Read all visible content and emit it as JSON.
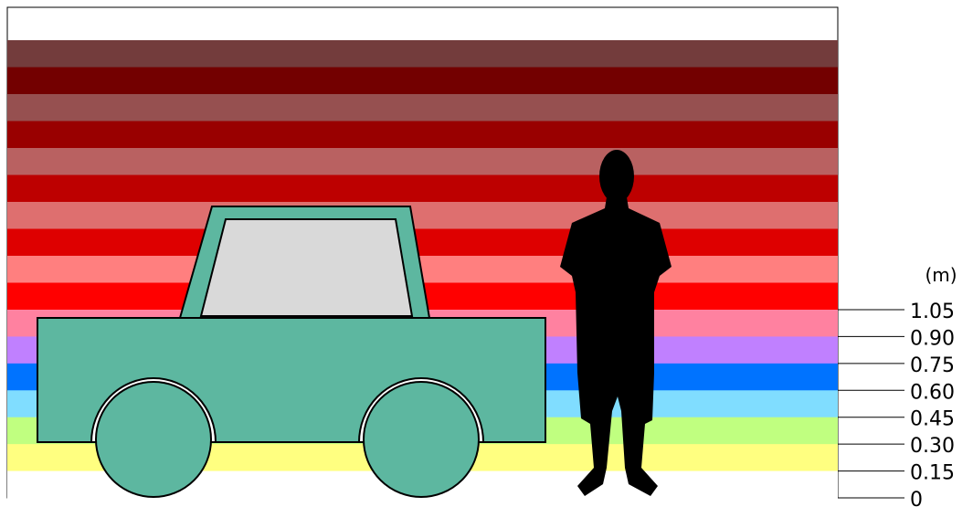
{
  "scale": {
    "unit": "(m)",
    "ticks": [
      "1.05",
      "0.90",
      "0.75",
      "0.60",
      "0.45",
      "0.30",
      "0.15",
      "0"
    ]
  },
  "bands": {
    "upper_colors": [
      "#733c3c",
      "#730000",
      "#965050",
      "#990000",
      "#b96161",
      "#bd0000",
      "#de6f6f",
      "#de0000",
      "#ff7f7f",
      "#ff0000"
    ],
    "lower_colors": [
      "#ff81a0",
      "#c080ff",
      "#0073ff",
      "#80ddff",
      "#c0ff80",
      "#ffff80",
      "#ffffff"
    ]
  },
  "colors": {
    "car_body": "#5db7a0",
    "car_window": "#d9d9d9",
    "person": "#000000",
    "outline": "#000000"
  },
  "icons": {
    "car": "car-icon",
    "person": "person-icon"
  }
}
